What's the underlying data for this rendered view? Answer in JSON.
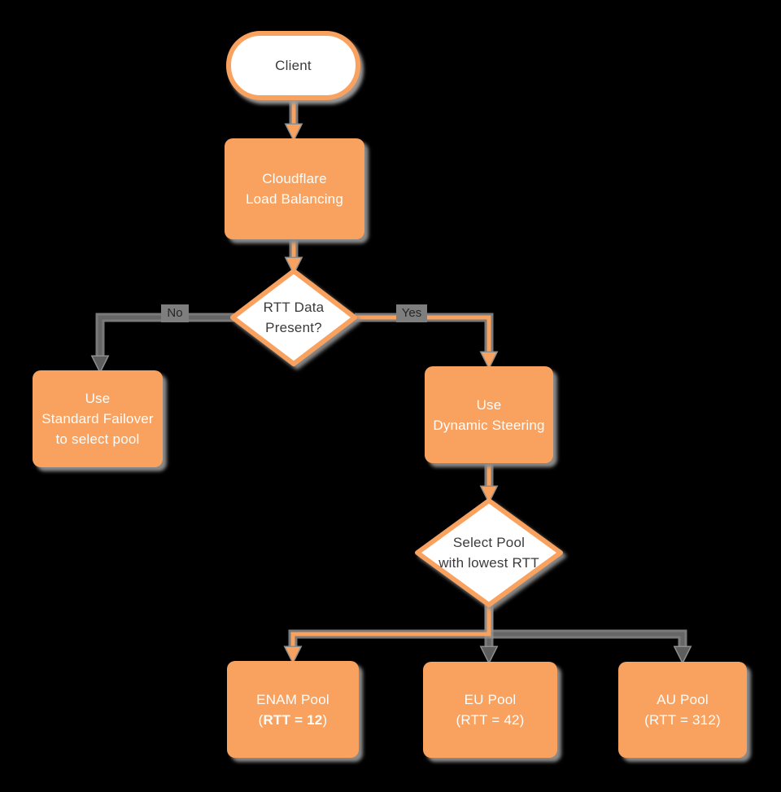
{
  "colors": {
    "orange": "#F9A15E",
    "connector_gray": "#666666",
    "shadow_gray": "#8F8F8F",
    "node_text_light": "#FFFDFA",
    "node_text_dark": "#3B3B3B",
    "background": "#000000"
  },
  "nodes": {
    "client": {
      "label": "Client"
    },
    "load_balancer": {
      "line1": "Cloudflare",
      "line2": "Load Balancing"
    },
    "rtt_decision": {
      "line1": "RTT Data",
      "line2": "Present?"
    },
    "standard_failover": {
      "line1": "Use",
      "line2": "Standard Failover",
      "line3": "to select pool"
    },
    "dynamic_steering": {
      "line1": "Use",
      "line2": "Dynamic Steering"
    },
    "select_pool": {
      "line1": "Select Pool",
      "line2": "with lowest RTT"
    },
    "enam_pool": {
      "line1": "ENAM Pool",
      "paren_open": "(",
      "rtt_bold": "RTT = 12",
      "paren_close": ")"
    },
    "eu_pool": {
      "line1": "EU Pool",
      "line2": "(RTT = 42)"
    },
    "au_pool": {
      "line1": "AU Pool",
      "line2": "(RTT = 312)"
    }
  },
  "edges": {
    "no_label": "No",
    "yes_label": "Yes"
  }
}
